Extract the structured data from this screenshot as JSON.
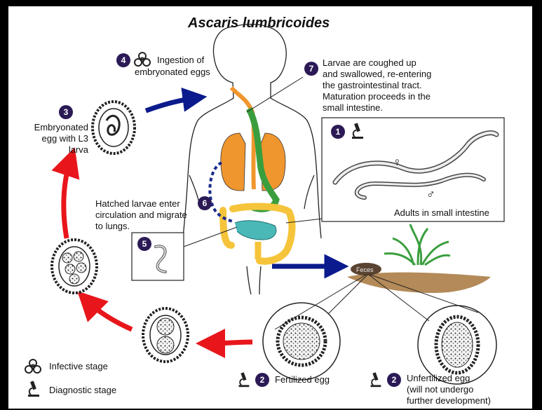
{
  "title": "Ascaris lumbricoides",
  "colors": {
    "stage_arrow": "#e8161b",
    "flow_arrow": "#0b1a8c",
    "step_badge": "#2b1a55",
    "lungs": "#f0962e",
    "intestine": "#f5c43a",
    "digestive": "#3a9e3e",
    "small_intestine": "#4bb8b8",
    "migration": "#1a2a8a"
  },
  "steps": {
    "s1": {
      "num": "1",
      "label": "Adults in small intestine",
      "female": "♀",
      "male": "♂"
    },
    "s2a": {
      "num": "2",
      "label": "Fertilized egg"
    },
    "s2b": {
      "num": "2",
      "line1": "Unfertilized egg",
      "line2": "(will not undergo",
      "line3": "further development)"
    },
    "s3": {
      "num": "3",
      "line1": "Embryonated",
      "line2": "egg with L3",
      "line3": "larva"
    },
    "s4": {
      "num": "4",
      "line1": "Ingestion of",
      "line2": "embryonated eggs"
    },
    "s5": {
      "num": "5"
    },
    "s6": {
      "num": "6",
      "line1": "Hatched larvae enter",
      "line2": "circulation and migrate",
      "line3": "to lungs."
    },
    "s7": {
      "num": "7",
      "line1": "Larvae are coughed up",
      "line2": "and swallowed, re-entering",
      "line3": "the gastrointestinal tract.",
      "line4": "Maturation proceeds in the",
      "line5": "small intestine."
    }
  },
  "feces_label": "Feces",
  "legend": {
    "infective": "Infective stage",
    "diagnostic": "Diagnostic stage"
  },
  "icons": {
    "infective": "biohazard-icon",
    "diagnostic": "microscope-icon"
  }
}
